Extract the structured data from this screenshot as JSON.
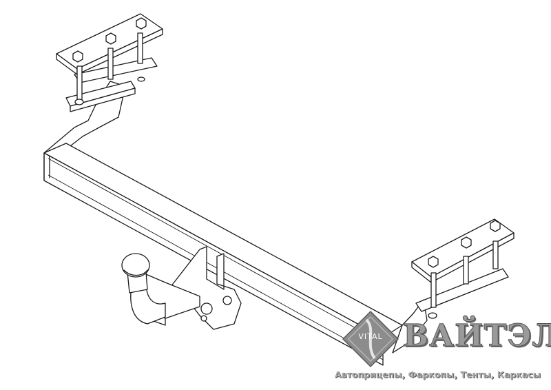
{
  "brand": {
    "mark_text": "VITAL",
    "name": "ВАЙТЭЛ",
    "tagline": "Автоприцепы, Фаркопы, Тенты, Каркасы"
  }
}
